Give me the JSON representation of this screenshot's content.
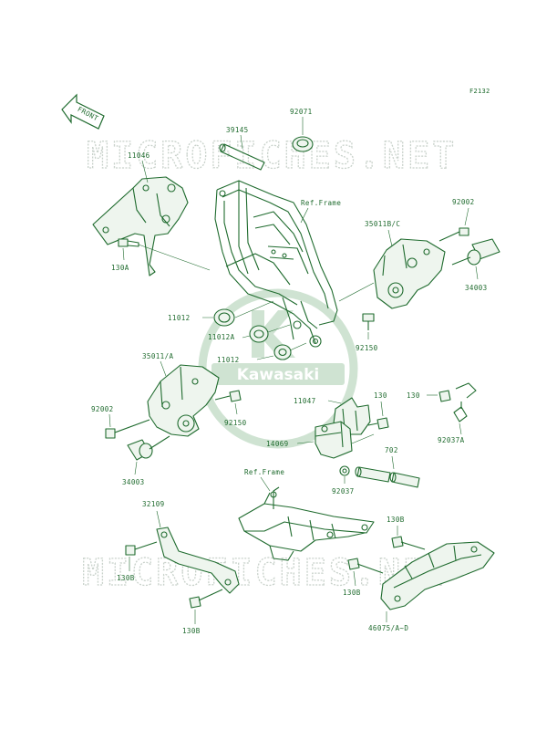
{
  "figure_code": "F2132",
  "front_label": "FRONT",
  "watermark_text": "MICROFICHES.NET",
  "logo_text": "Kawasaki",
  "colors": {
    "ink": "#1f6b2e",
    "watermark": "#c9d2cb",
    "logo": "#cfe3d2"
  },
  "parts": {
    "p39145": "39145",
    "p92071": "92071",
    "p11046": "11046",
    "p130A": "130A",
    "ref_frame_top": "Ref.Frame",
    "p92002_r": "92002",
    "p35011BC": "35011B/C",
    "p34003_r": "34003",
    "p92150_r": "92150",
    "p11012_a": "11012",
    "p11012A": "11012A",
    "p11012_b": "11012",
    "p35011A": "35011/A",
    "p92002_l": "92002",
    "p92150_l": "92150",
    "p34003_l": "34003",
    "p11047": "11047",
    "p130_a": "130",
    "p130_b": "130",
    "p14069": "14069",
    "p92037A": "92037A",
    "p702": "702",
    "p92037": "92037",
    "ref_frame_bottom": "Ref.Frame",
    "p32109": "32109",
    "p130B_l1": "130B",
    "p130B_l2": "130B",
    "p130B_r1": "130B",
    "p130B_r2": "130B",
    "p46075": "46075/A~D"
  }
}
